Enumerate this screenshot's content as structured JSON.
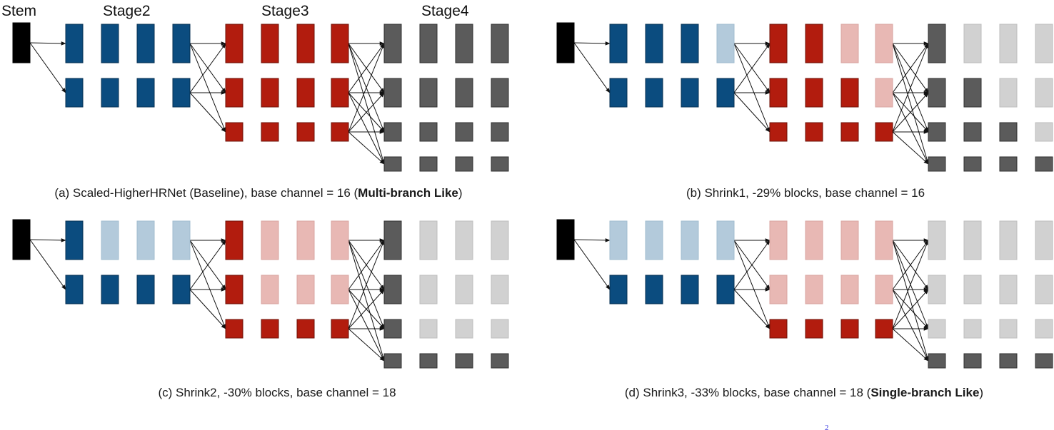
{
  "headers": {
    "stem": "Stem",
    "stage2": "Stage2",
    "stage3": "Stage3",
    "stage4": "Stage4"
  },
  "colors": {
    "stem": "#000000",
    "stage2_active": "#0b4c7f",
    "stage2_pruned": "#b3cadb",
    "stage3_active": "#b21c0e",
    "stage3_pruned": "#e8b8b4",
    "stage4_active": "#5b5b5b",
    "stage4_pruned": "#d1d1d1",
    "arrow": "#111111"
  },
  "panels": [
    {
      "id": "a",
      "caption_pre": "(a) Scaled-HigherHRNet (Baseline), base channel = 16 (",
      "caption_bold": "Multi-branch Like",
      "caption_post": ")",
      "stage2": [
        [
          1,
          1,
          1,
          1
        ],
        [
          1,
          1,
          1,
          1
        ]
      ],
      "stage3": [
        [
          1,
          1,
          1,
          1
        ],
        [
          1,
          1,
          1,
          1
        ],
        [
          1,
          1,
          1,
          1
        ]
      ],
      "stage4": [
        [
          1,
          1,
          1,
          1
        ],
        [
          1,
          1,
          1,
          1
        ],
        [
          1,
          1,
          1,
          1
        ],
        [
          1,
          1,
          1,
          1
        ]
      ]
    },
    {
      "id": "b",
      "caption_pre": "(b) Shrink1, -29% blocks, base channel = 16",
      "caption_bold": "",
      "caption_post": "",
      "stage2": [
        [
          1,
          1,
          1,
          0
        ],
        [
          1,
          1,
          1,
          1
        ]
      ],
      "stage3": [
        [
          1,
          1,
          0,
          0
        ],
        [
          1,
          1,
          1,
          0
        ],
        [
          1,
          1,
          1,
          1
        ]
      ],
      "stage4": [
        [
          1,
          0,
          0,
          0
        ],
        [
          1,
          1,
          0,
          0
        ],
        [
          1,
          1,
          1,
          0
        ],
        [
          1,
          1,
          1,
          1
        ]
      ]
    },
    {
      "id": "c",
      "caption_pre": "(c) Shrink2, -30% blocks, base channel = 18",
      "caption_bold": "",
      "caption_post": "",
      "stage2": [
        [
          1,
          0,
          0,
          0
        ],
        [
          1,
          1,
          1,
          1
        ]
      ],
      "stage3": [
        [
          1,
          0,
          0,
          0
        ],
        [
          1,
          0,
          0,
          0
        ],
        [
          1,
          1,
          1,
          1
        ]
      ],
      "stage4": [
        [
          1,
          0,
          0,
          0
        ],
        [
          1,
          0,
          0,
          0
        ],
        [
          1,
          0,
          0,
          0
        ],
        [
          1,
          1,
          1,
          1
        ]
      ]
    },
    {
      "id": "d",
      "caption_pre": "(d) Shrink3, -33% blocks, base channel = 18 (",
      "caption_bold": "Single-branch Like",
      "caption_post": ")",
      "stage2": [
        [
          0,
          0,
          0,
          0
        ],
        [
          1,
          1,
          1,
          1
        ]
      ],
      "stage3": [
        [
          0,
          0,
          0,
          0
        ],
        [
          0,
          0,
          0,
          0
        ],
        [
          1,
          1,
          1,
          1
        ]
      ],
      "stage4": [
        [
          0,
          0,
          0,
          0
        ],
        [
          0,
          0,
          0,
          0
        ],
        [
          0,
          0,
          0,
          0
        ],
        [
          1,
          1,
          1,
          1
        ]
      ]
    }
  ],
  "footnote": "2"
}
